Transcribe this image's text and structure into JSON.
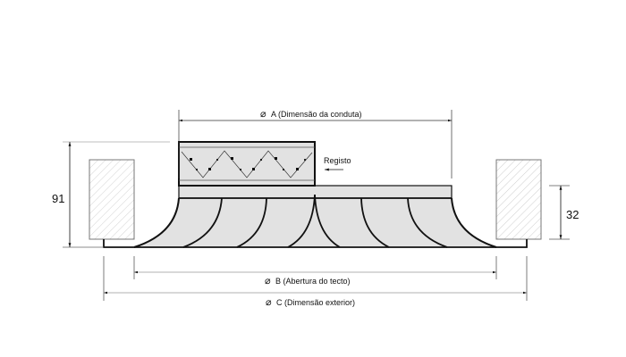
{
  "title": "Difusor de tecto — dimensões",
  "labels": {
    "dim_a": "A  (Dimensão da conduta)",
    "dim_b": "B (Abertura do tecto)",
    "dim_c": "C (Dimensão exterior)",
    "damper": "Registo",
    "height_total": "91",
    "height_ceiling": "32"
  },
  "diameter_symbol": "⌀",
  "colors": {
    "fill": "#e2e2e2",
    "stroke": "#111111",
    "hatch": "#bbbbbb",
    "dim_line": "#999999"
  }
}
